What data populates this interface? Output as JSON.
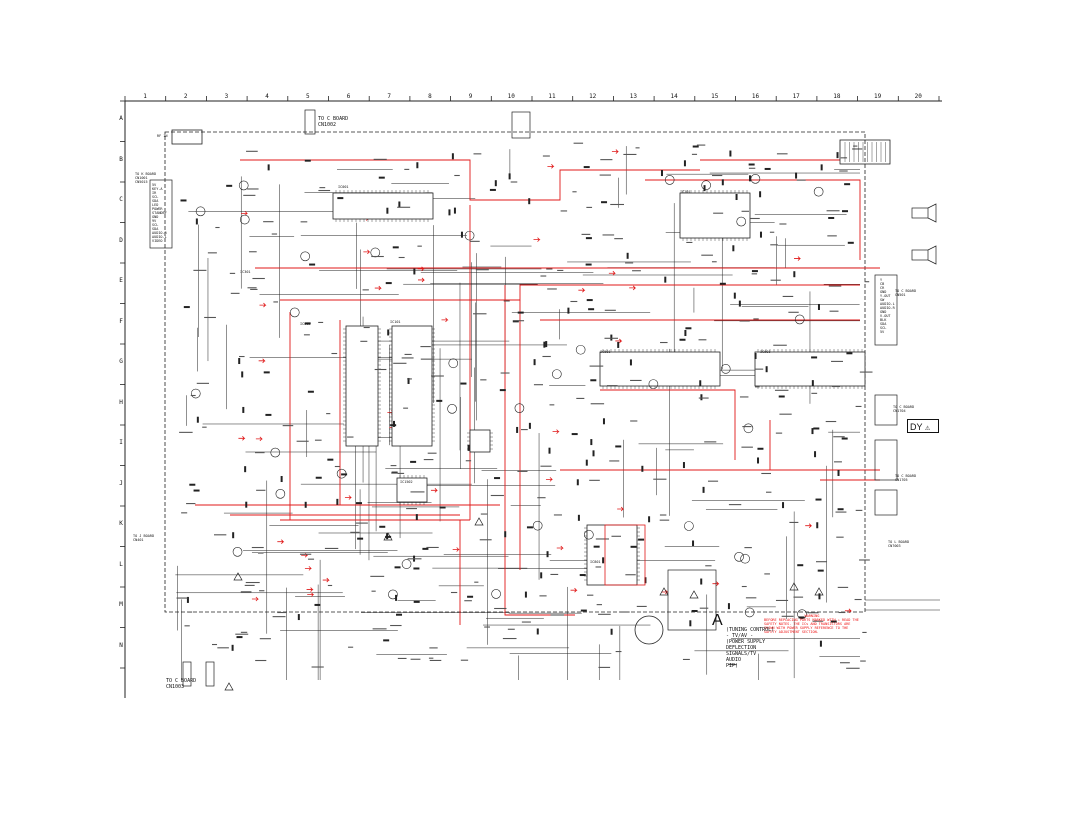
{
  "grid": {
    "columns": [
      "1",
      "2",
      "3",
      "4",
      "5",
      "6",
      "7",
      "8",
      "9",
      "10",
      "11",
      "12",
      "13",
      "14",
      "15",
      "16",
      "17",
      "18",
      "19",
      "20"
    ],
    "rows": [
      "A",
      "B",
      "C",
      "D",
      "E",
      "F",
      "G",
      "H",
      "I",
      "J",
      "K",
      "L",
      "M",
      "N"
    ]
  },
  "board_title": {
    "letter": "A",
    "lines": [
      "(TUNING CONTROL)",
      "- TV/AV -",
      "(POWER SUPPLY",
      "DEFLECTION",
      "SIGNALS/TV",
      "AUDIO",
      "PIP)"
    ]
  },
  "dy_label": "DY",
  "warning_note": {
    "heading": "WARNING",
    "text": "BEFORE REPLACING PARTS MARKED WITH ⚠ READ THE SAFETY NOTES. THE ICs AND TRANSISTORS ARE SHOWN WITH POWER SUPPLY REFERENCE TO THE SAFETY ADJUSTMENT SECTION."
  },
  "connectors": {
    "top_left": {
      "label": "TO C BOARD",
      "code": "CN1002"
    },
    "left": {
      "label": "TO K BOARD",
      "code": "CN1001",
      "sub": "CN5015"
    },
    "right_upper": {
      "label": "TO C BOARD",
      "code": "CN501"
    },
    "right_mid": {
      "label": "TO C BOARD",
      "code": "CN1704"
    },
    "right_lower": {
      "label": "TO C BOARD",
      "code": "CN1705"
    },
    "right_side": {
      "label": "TO L BOARD",
      "code": "CN7003"
    },
    "left_lower": {
      "label": "TO J BOARD",
      "code": "CN401"
    },
    "bottom_left": {
      "label": "TO C BOARD",
      "code": "CN1003"
    },
    "top_rf": "RF IN"
  },
  "pin_lists": {
    "left": [
      "5V",
      "KEY-A",
      "IR",
      "SCL",
      "SDA",
      "LED",
      "POWER",
      "STANDBY",
      "GND",
      "9V",
      "SCL",
      "SDA",
      "AUDIO-R",
      "AUDIO-L",
      "VIDEO"
    ],
    "right_upper": [
      "Y",
      "CB",
      "CR",
      "GND",
      "Y-OUT",
      "SW",
      "AUDIO-L",
      "AUDIO-R",
      "GND",
      "V-OUT",
      "BLK",
      "SDA",
      "SCL",
      "5V"
    ]
  },
  "ic_labels": [
    "IC001",
    "IC002",
    "IC101",
    "IC201",
    "IC301",
    "IC501",
    "IC601",
    "IC801",
    "IC1502"
  ]
}
